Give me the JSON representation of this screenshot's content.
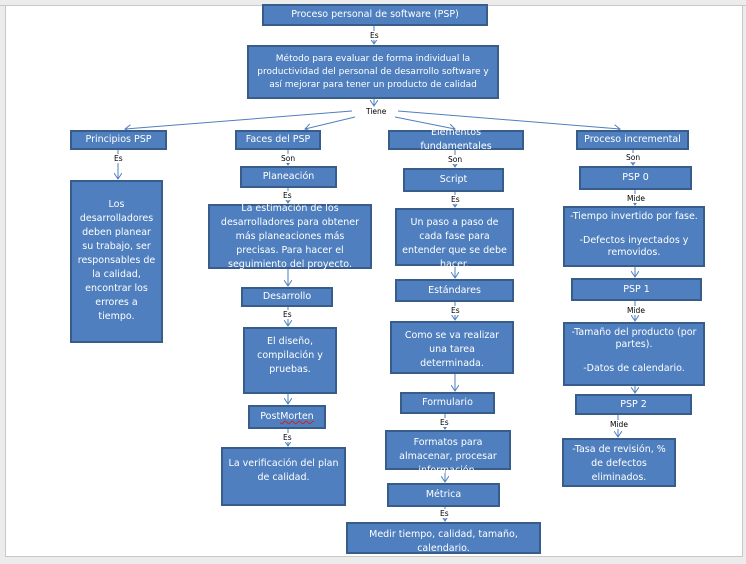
{
  "diagram": {
    "root": "Proceso personal de software (PSP)",
    "definition": "Método para evaluar de forma individual  la productividad del personal de desarrollo software y así mejorar para tener un producto de calidad",
    "labels": {
      "es": "Es",
      "tiene": "Tiene",
      "son": "Son",
      "mide": "Mide"
    },
    "principios": {
      "title": "Principios PSP",
      "text": "Los desarrolladores deben planear su trabajo, ser responsables de la calidad, encontrar los errores a tiempo."
    },
    "faces": {
      "title": "Faces del PSP",
      "items": [
        {
          "name": "Planeación",
          "desc": "La estimación de los desarrolladores para obtener más planeaciones más precisas. Para hacer el seguimiento del proyecto."
        },
        {
          "name": "Desarrollo",
          "desc": "El diseño, compilación y pruebas."
        },
        {
          "name_a": "Post ",
          "name_b": "Morten",
          "desc": "La verificación del plan de calidad."
        }
      ]
    },
    "elementos": {
      "title": "Elementos fundamentales",
      "items": [
        {
          "name": "Script",
          "desc": "Un paso a paso de cada fase para entender que se debe hacer."
        },
        {
          "name": "Estándares",
          "desc": "Como se va realizar una tarea determinada."
        },
        {
          "name": "Formulario",
          "desc": "Formatos para almacenar, procesar  información."
        },
        {
          "name": "Métrica",
          "desc": "Medir tiempo, calidad, tamaño, calendario."
        }
      ]
    },
    "incremental": {
      "title": "Proceso incremental",
      "items": [
        {
          "name": "PSP 0",
          "desc": "-Tiempo invertido por fase.\n\n-Defectos inyectados y removidos."
        },
        {
          "name": "PSP  1",
          "desc": "-Tamaño del producto (por partes).\n\n-Datos de calendario."
        },
        {
          "name": "PSP 2",
          "desc": "-Tasa de revisión, % de defectos eliminados."
        }
      ]
    }
  },
  "colors": {
    "box_fill": "#4f7fbe",
    "box_border": "#385d8a",
    "connector": "#4f7fbe"
  }
}
